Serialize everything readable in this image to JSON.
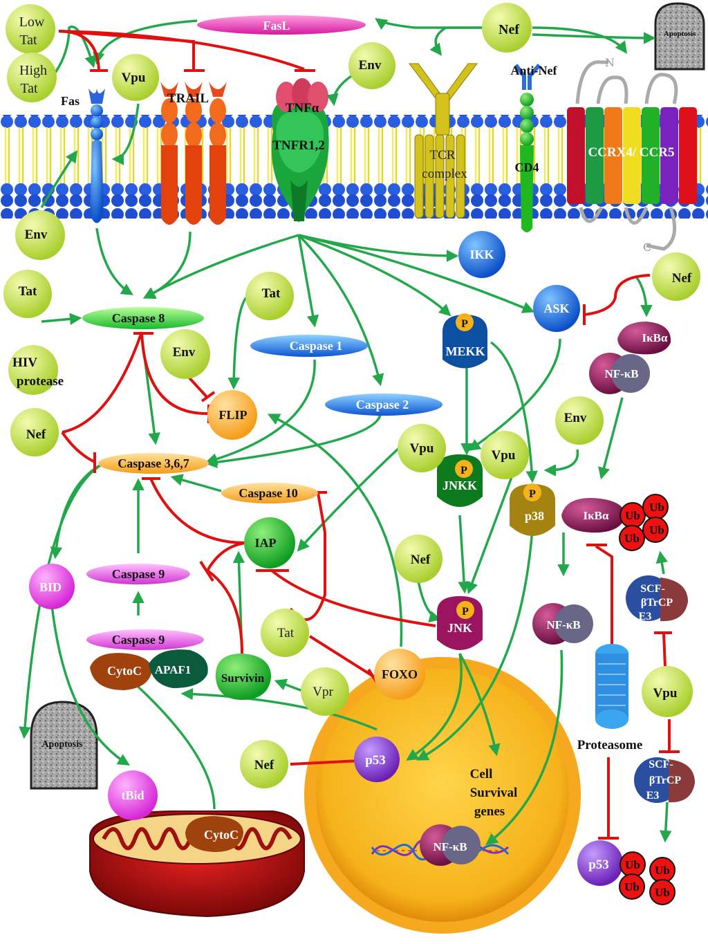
{
  "labels": {
    "low_tat": [
      "Low",
      "Tat"
    ],
    "high_tat": [
      "High",
      "Tat"
    ],
    "fasl": "FasL",
    "nef": "Nef",
    "apoptosis": "Apoptosis",
    "env": "Env",
    "vpu": "Vpu",
    "anti_nef": "Anti-Nef",
    "fas": "Fas",
    "trail": "TRAIL",
    "tnfa": "TNFα",
    "tnfr": "TNFR1,2",
    "tcr": [
      "TCR",
      "complex"
    ],
    "cd4": "CD4",
    "ccr": "CCRX4/ CCR5",
    "n_term": "N",
    "c_term": "C",
    "ikk": "IKK",
    "tat": "Tat",
    "caspase8": "Caspase 8",
    "hiv_protease": [
      "HIV",
      "protease"
    ],
    "caspase1": "Caspase 1",
    "caspase2": "Caspase 2",
    "ask": "ASK",
    "mekk": "MEKK",
    "p": "P",
    "ikba": "IκBα",
    "nfkb": "NF-κB",
    "flip": "FLIP",
    "caspase367": "Caspase  3,6,7",
    "caspase10": "Caspase 10",
    "jnkk": "JNKK",
    "p38": "p38",
    "iap": "IAP",
    "bid": "BID",
    "caspase9": "Caspase 9",
    "ub": "Ub",
    "scf": [
      "SCF-",
      "βTrCP",
      "E3"
    ],
    "jnk": "JNK",
    "cytoc": "CytoC",
    "apaf1": "APAF1",
    "survivin": "Survivin",
    "vpr": "Vpr",
    "foxo": "FOXO",
    "p53": "p53",
    "proteasome": "Proteasome",
    "cell_survival": [
      "Cell",
      "Survival",
      "genes"
    ],
    "tbid": "tBid"
  },
  "colors": {
    "activation_arrow": "#22a84a",
    "inhibition_arrow": "#e01010",
    "viral_protein": "#cfe86a",
    "membrane_head": "#1f4fd0",
    "membrane_tail": "#f4ea55",
    "nucleus": "#f5a623"
  }
}
